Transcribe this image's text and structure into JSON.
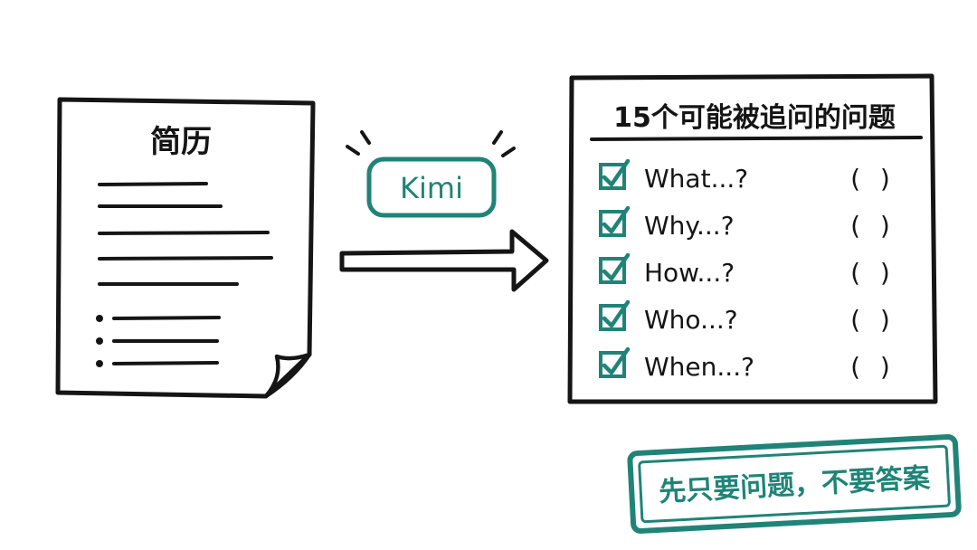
{
  "resume": {
    "title": "简历"
  },
  "kimi": {
    "label": "Kimi"
  },
  "checklist": {
    "title": "15个可能被追问的问题",
    "items": [
      {
        "question": "What...?",
        "paren": "(     )"
      },
      {
        "question": "Why...?",
        "paren": "(     )"
      },
      {
        "question": "How...?",
        "paren": "(     )"
      },
      {
        "question": "Who...?",
        "paren": "(     )"
      },
      {
        "question": "When...?",
        "paren": "(     )"
      }
    ]
  },
  "stamp": {
    "text": "先只要问题，不要答案"
  },
  "colors": {
    "ink": "#151515",
    "teal": "#1f8477",
    "paper": "#ffffff"
  }
}
